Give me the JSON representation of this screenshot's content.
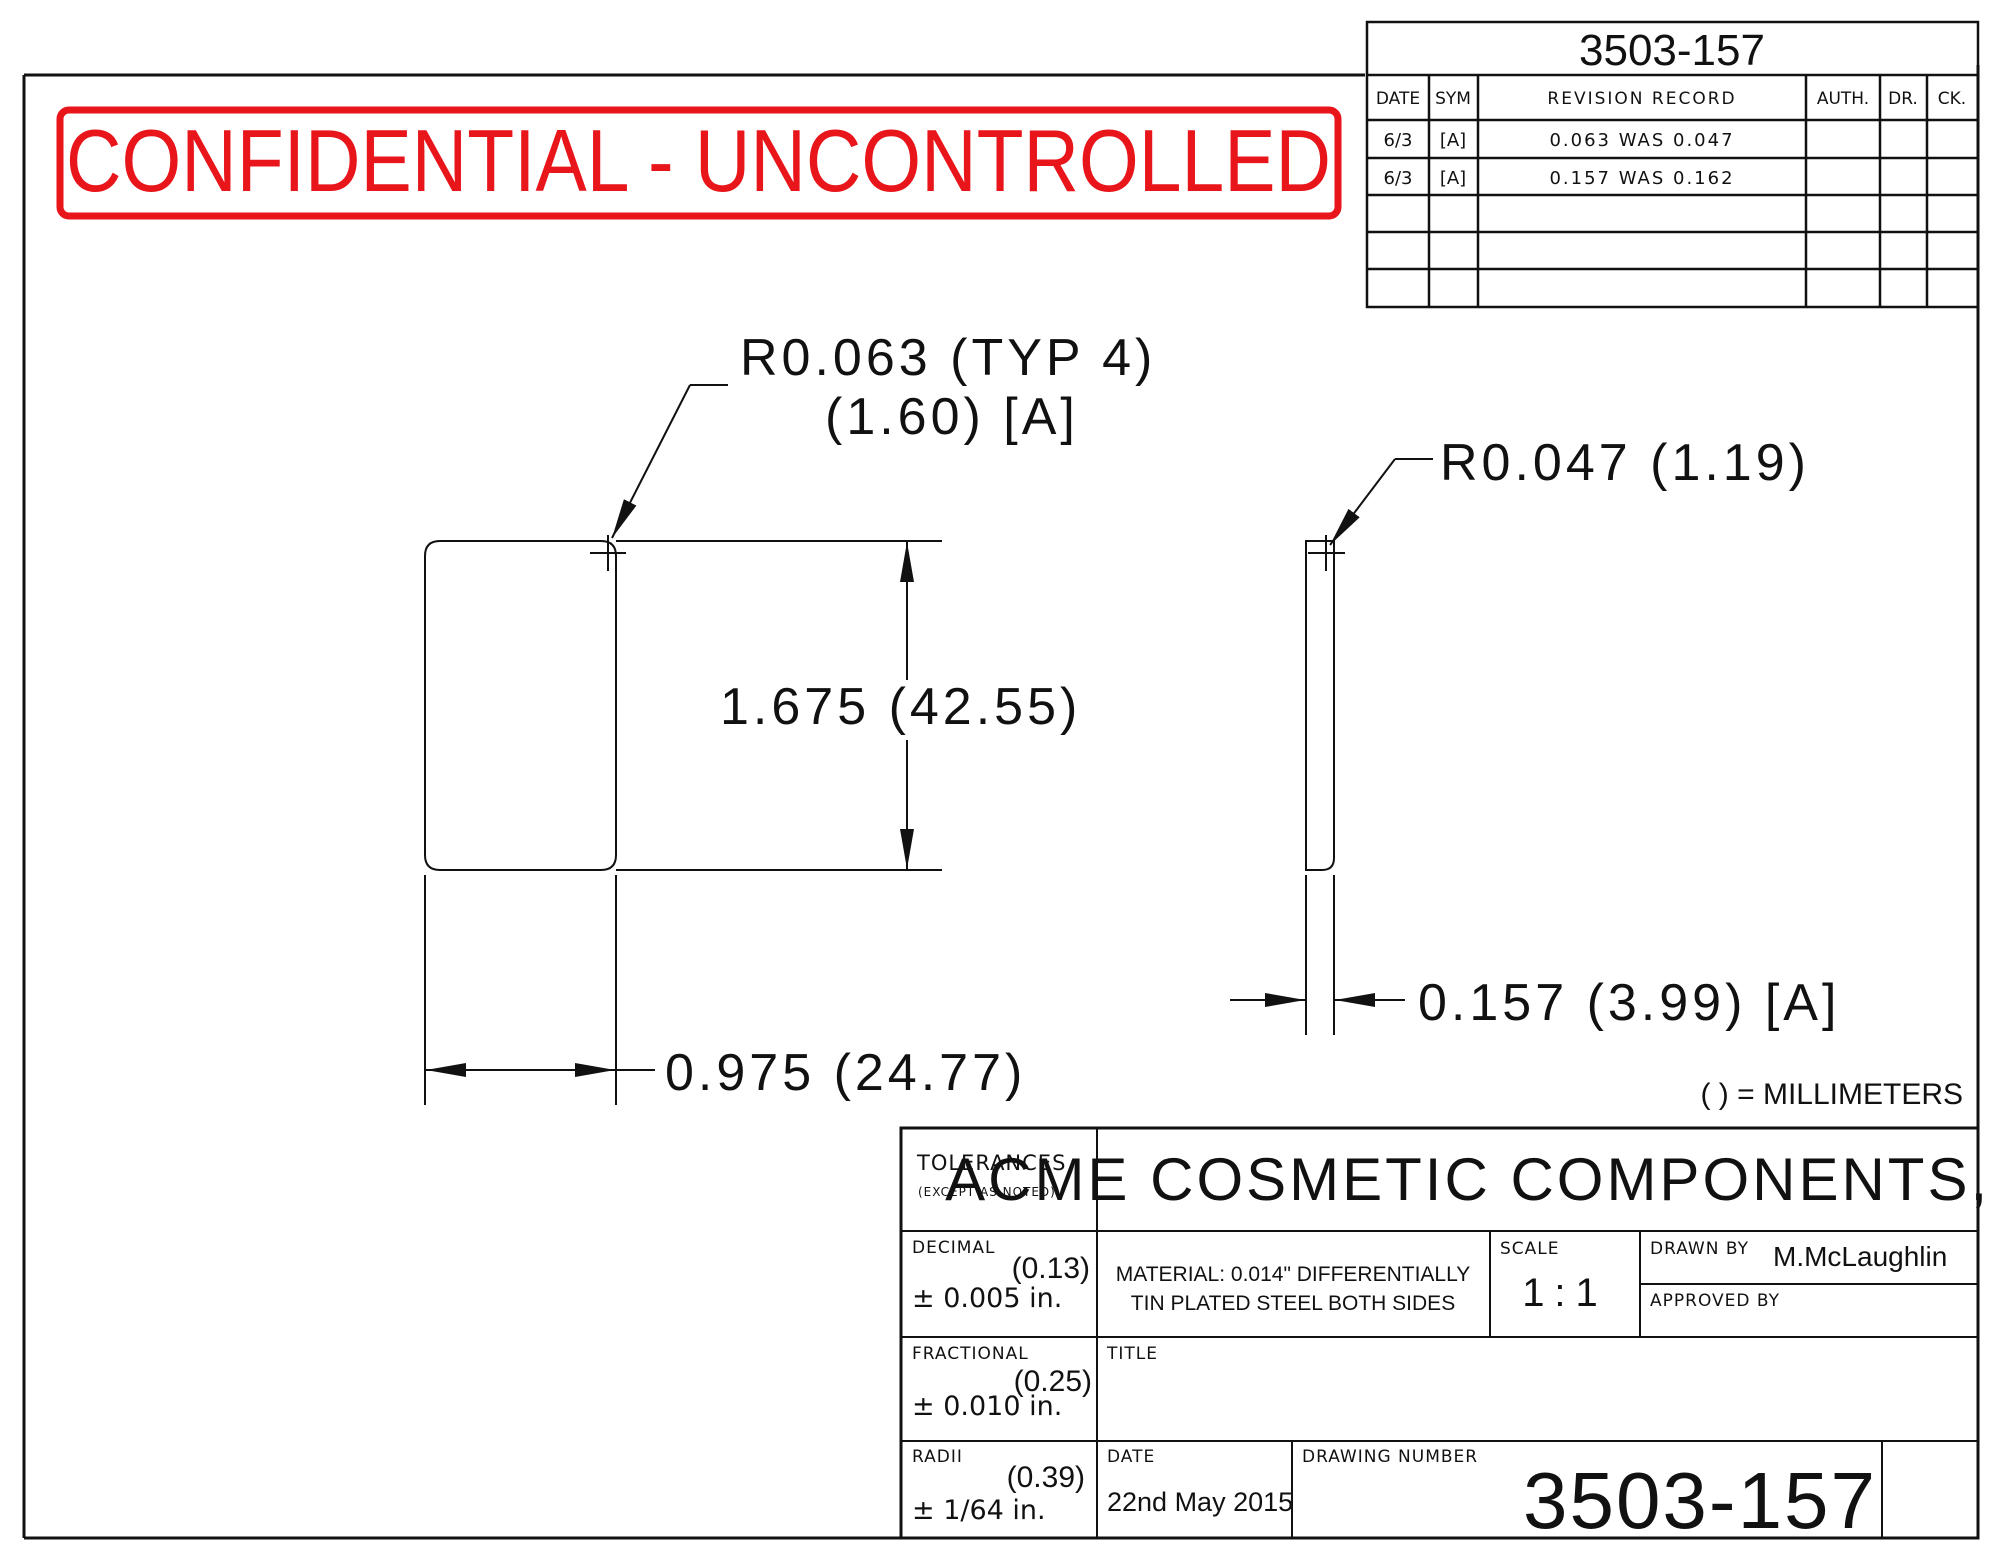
{
  "banner": {
    "text": "CONFIDENTIAL - UNCONTROLLED",
    "color": "#e8151b"
  },
  "revision_block": {
    "drawing_number": "3503-157",
    "headers": {
      "date": "DATE",
      "sym": "SYM",
      "record": "REVISION RECORD",
      "auth": "AUTH.",
      "dr": "DR.",
      "ck": "CK."
    },
    "rows": [
      {
        "date": "6/3",
        "sym": "[A]",
        "record": "0.063 WAS 0.047"
      },
      {
        "date": "6/3",
        "sym": "[A]",
        "record": "0.157 WAS 0.162"
      }
    ]
  },
  "dimensions": {
    "radius_large_line1": "R0.063 (TYP 4)",
    "radius_large_line2": "(1.60) [A]",
    "height": "1.675 (42.55)",
    "width": "0.975 (24.77)",
    "radius_small": "R0.047 (1.19)",
    "thickness": "0.157 (3.99) [A]",
    "units_note": "( ) = MILLIMETERS"
  },
  "title_block": {
    "tolerances_label": "TOLERANCES",
    "except_label": "(EXCEPT AS NOTED)",
    "company": "ACME COSMETIC COMPONENTS, LLC",
    "decimal_label": "DECIMAL",
    "decimal_mm": "(0.13)",
    "decimal_value": "± 0.005 in.",
    "material_line1": "MATERIAL: 0.014\" DIFFERENTIALLY",
    "material_line2": "TIN PLATED STEEL BOTH SIDES",
    "scale_label": "SCALE",
    "scale_value": "1:1",
    "drawn_by_label": "DRAWN BY",
    "drawn_by_value": "M.McLaughlin",
    "approved_by_label": "APPROVED BY",
    "fractional_label": "FRACTIONAL",
    "fractional_mm": "(0.25)",
    "fractional_value": "± 0.010 in.",
    "title_label": "TITLE",
    "radii_label": "RADII",
    "radii_mm": "(0.39)",
    "radii_value": "± 1/64 in.",
    "date_label": "DATE",
    "date_value": "22nd May 2015",
    "drawing_number_label": "DRAWING NUMBER",
    "drawing_number_value": "3503-157"
  }
}
